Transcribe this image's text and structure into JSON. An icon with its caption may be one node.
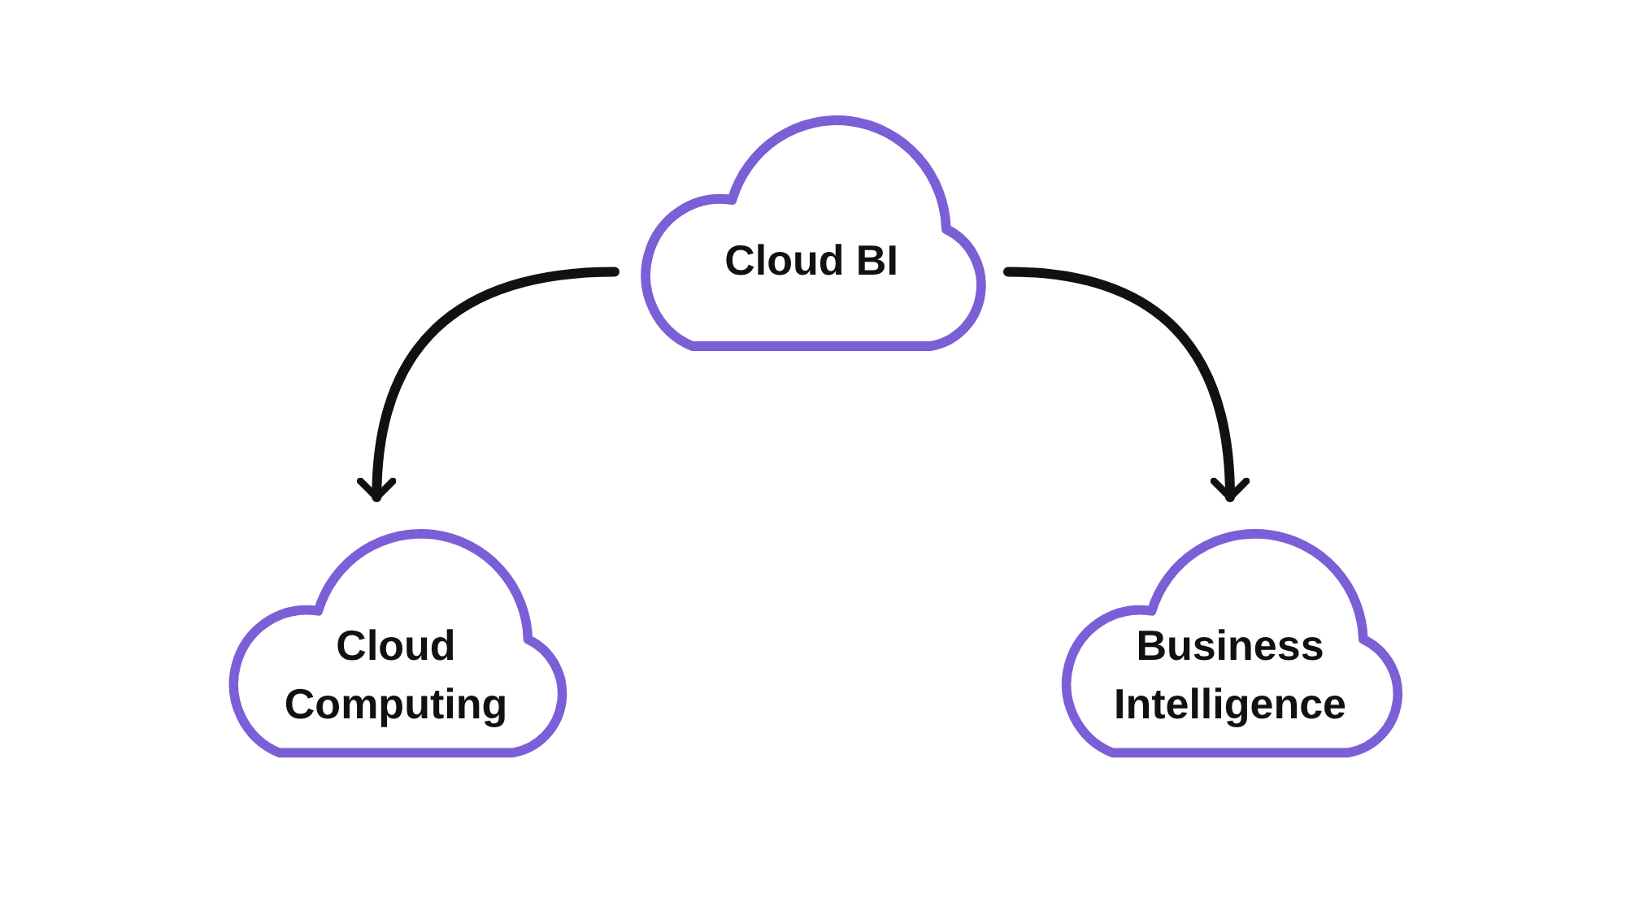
{
  "diagram": {
    "nodes": [
      {
        "text": [
          "Cloud BI"
        ]
      },
      {
        "text": [
          "Cloud Computing"
        ]
      },
      {
        "text": [
          "Business Intelligence"
        ]
      }
    ],
    "edges": [
      {
        "from": 0,
        "to": 1,
        "arrow": "to"
      },
      {
        "from": 0,
        "to": 2,
        "arrow": "to"
      }
    ]
  }
}
